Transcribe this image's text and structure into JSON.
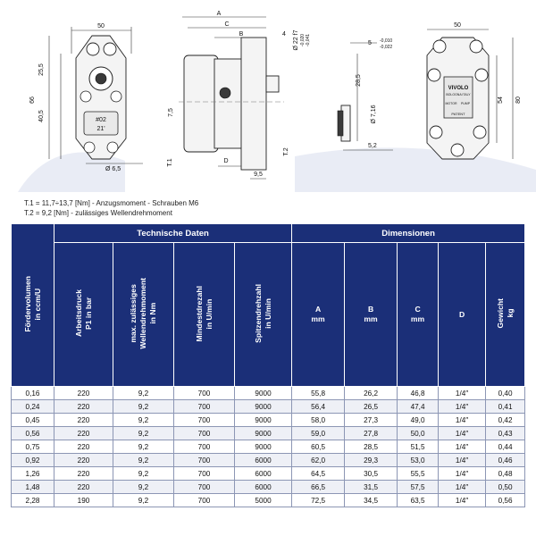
{
  "drawing": {
    "front": {
      "width": "50",
      "h_top": "25,5",
      "h_total": "66",
      "h_bottom": "40,5",
      "bolt": "Ø 6,5",
      "tag_line1": "#02",
      "tag_line2": "21'"
    },
    "side": {
      "A": "A",
      "C": "C",
      "B": "B",
      "four": "4",
      "shaft": "Ø 22 f7",
      "shaft_tol_top": "-0,020",
      "shaft_tol_bot": "-0,041",
      "seven_five": "7,5",
      "D": "D",
      "T1": "T.1",
      "T2": "T.2",
      "nine_five": "9,5"
    },
    "key": {
      "five": "5",
      "tol_top": "-0,010",
      "tol_bot": "-0,022",
      "two_eight": "28,5",
      "d716": "Ø 7,16",
      "five_two": "5,2"
    },
    "back": {
      "width": "50",
      "h_inner": "54",
      "h_total": "80",
      "brand": "VIVOLO",
      "brand_sub": "BOLOGNA ITALY",
      "motor": "MOTOR",
      "pump": "PUMP",
      "patent": "PATENT"
    }
  },
  "notes": {
    "t1": "T.1 = 11,7÷13,7 [Nm] - Anzugsmoment - Schrauben M6",
    "t2": "T.2 = 9,2 [Nm] - zulässiges Wellendrehmoment"
  },
  "table": {
    "group_tech": "Technische Daten",
    "group_dim": "Dimensionen",
    "headers": [
      {
        "l1": "Fördervolumen",
        "l2": "in ccm/U"
      },
      {
        "l1": "Arbeitsdruck",
        "l2": "P1 in bar"
      },
      {
        "l1": "max. zulässiges",
        "l2": "Wellendrehmoment",
        "l3": "in Nm"
      },
      {
        "l1": "Mindestdrezahl",
        "l2": "in U/min"
      },
      {
        "l1": "Spitzendrehzahl",
        "l2": "in U/min"
      },
      {
        "l1": "A",
        "l2": "mm"
      },
      {
        "l1": "B",
        "l2": "mm"
      },
      {
        "l1": "C",
        "l2": "mm"
      },
      {
        "l1": "D",
        "l2": ""
      },
      {
        "l1": "Gewicht",
        "l2": "kg"
      }
    ],
    "rows": [
      [
        "0,16",
        "220",
        "9,2",
        "700",
        "9000",
        "55,8",
        "26,2",
        "46,8",
        "1/4″",
        "0,40"
      ],
      [
        "0,24",
        "220",
        "9,2",
        "700",
        "9000",
        "56,4",
        "26,5",
        "47,4",
        "1/4″",
        "0,41"
      ],
      [
        "0,45",
        "220",
        "9,2",
        "700",
        "9000",
        "58,0",
        "27,3",
        "49,0",
        "1/4″",
        "0,42"
      ],
      [
        "0,56",
        "220",
        "9,2",
        "700",
        "9000",
        "59,0",
        "27,8",
        "50,0",
        "1/4″",
        "0,43"
      ],
      [
        "0,75",
        "220",
        "9,2",
        "700",
        "9000",
        "60,5",
        "28,5",
        "51,5",
        "1/4″",
        "0,44"
      ],
      [
        "0,92",
        "220",
        "9,2",
        "700",
        "6000",
        "62,0",
        "29,3",
        "53,0",
        "1/4″",
        "0,46"
      ],
      [
        "1,26",
        "220",
        "9,2",
        "700",
        "6000",
        "64,5",
        "30,5",
        "55,5",
        "1/4″",
        "0,48"
      ],
      [
        "1,48",
        "220",
        "9,2",
        "700",
        "6000",
        "66,5",
        "31,5",
        "57,5",
        "1/4″",
        "0,50"
      ],
      [
        "2,28",
        "190",
        "9,2",
        "700",
        "5000",
        "72,5",
        "34,5",
        "63,5",
        "1/4″",
        "0,56"
      ]
    ]
  }
}
